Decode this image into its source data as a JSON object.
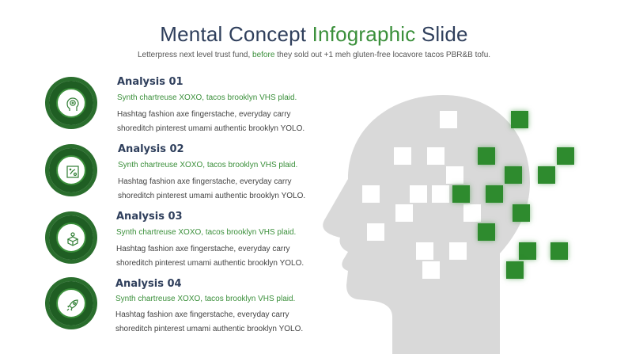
{
  "header": {
    "title_main": "Mental Concept ",
    "title_accent": "Infographic",
    "title_tail": " Slide",
    "subtitle_pre": "Letterpress next level trust fund, ",
    "subtitle_accent": "before",
    "subtitle_post": " they sold out +1 meh gluten-free locavore tacos PBR&B tofu."
  },
  "items": [
    {
      "title": "Analysis 01",
      "subtitle": "Synth chartreuse XOXO, tacos brooklyn VHS plaid.",
      "body": "Hashtag fashion axe fingerstache, everyday carry shoreditch pinterest umami authentic brooklyn YOLO.",
      "icon": "brain-head-icon"
    },
    {
      "title": "Analysis 02",
      "subtitle": "Synth chartreuse XOXO, tacos brooklyn VHS plaid.",
      "body": "Hashtag fashion axe fingerstache, everyday carry shoreditch pinterest umami authentic brooklyn YOLO.",
      "icon": "strategy-board-icon"
    },
    {
      "title": "Analysis 03",
      "subtitle": "Synth chartreuse XOXO, tacos brooklyn VHS plaid.",
      "body": "Hashtag fashion axe fingerstache, everyday carry shoreditch pinterest umami authentic brooklyn YOLO.",
      "icon": "idea-box-icon"
    },
    {
      "title": "Analysis 04",
      "subtitle": "Synth chartreuse XOXO, tacos brooklyn VHS plaid.",
      "body": "Hashtag fashion axe fingerstache, everyday carry shoreditch pinterest umami authentic brooklyn YOLO.",
      "icon": "rocket-icon"
    }
  ],
  "colors": {
    "accent_green": "#3a8f3a",
    "dark_green": "#1f5e23",
    "title_navy": "#2f3f5c",
    "head_gray": "#d9d9d9"
  }
}
